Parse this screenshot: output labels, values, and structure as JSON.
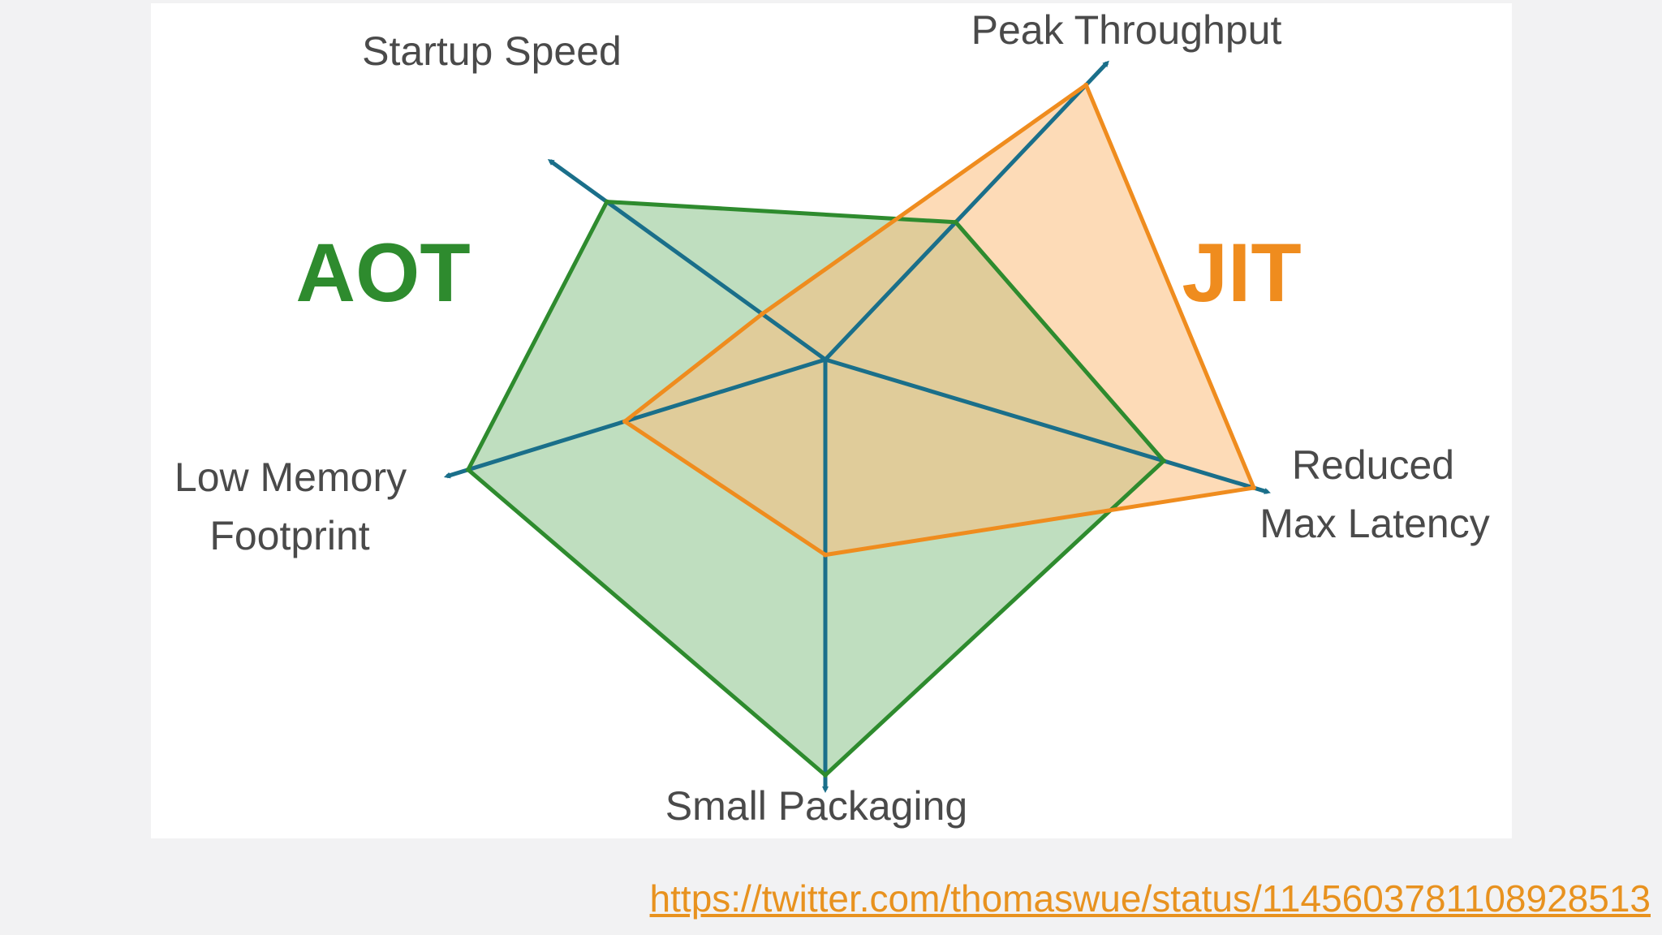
{
  "chart_data": {
    "type": "radar",
    "axes": [
      "Startup Speed",
      "Peak Throughput",
      "Reduced Max Latency",
      "Small Packaging",
      "Low Memory Footprint"
    ],
    "axis_labels": {
      "startup_speed": "Startup Speed",
      "peak_throughput": "Peak Throughput",
      "reduced_max_latency_line1": "Reduced",
      "reduced_max_latency_line2": "Max Latency",
      "small_packaging": "Small Packaging",
      "low_memory_line1": "Low Memory",
      "low_memory_line2": "Footprint"
    },
    "series": [
      {
        "name": "AOT",
        "values": [
          0.83,
          0.48,
          0.79,
          1.0,
          0.98
        ],
        "color": "#2e8b2e",
        "fill": "#98c998"
      },
      {
        "name": "JIT",
        "values": [
          0.24,
          0.96,
          1.0,
          0.47,
          0.55
        ],
        "color": "#ef8c1e",
        "fill": "#fbbd7b"
      }
    ],
    "axis_color": "#1a6f8a",
    "range": [
      0,
      1
    ],
    "grid": false
  },
  "footer": {
    "link_text": "https://twitter.com/thomaswue/status/1145603781108928513",
    "link_color": "#e8921f"
  }
}
